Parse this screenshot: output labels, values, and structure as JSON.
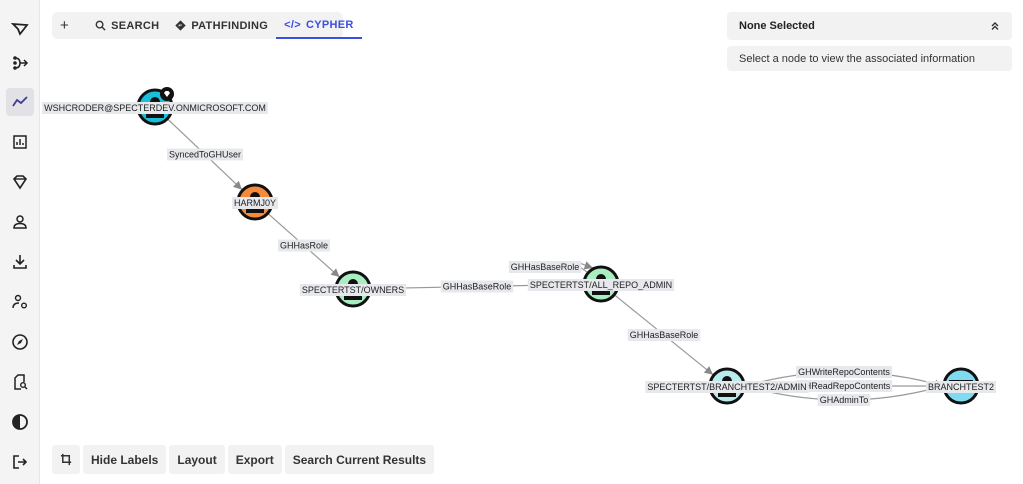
{
  "sidebar": {
    "items": [
      {
        "name": "logo-icon"
      },
      {
        "name": "pathfinding-nav-icon"
      },
      {
        "name": "explore-icon",
        "active": true
      },
      {
        "name": "chart-icon"
      },
      {
        "name": "diamond-icon"
      },
      {
        "name": "user-icon"
      },
      {
        "name": "download-icon"
      },
      {
        "name": "user-settings-icon"
      },
      {
        "name": "compass-icon"
      },
      {
        "name": "file-search-icon"
      },
      {
        "name": "contrast-icon"
      },
      {
        "name": "logout-icon"
      }
    ]
  },
  "tabs": {
    "plus": "+",
    "search": "SEARCH",
    "pathfinding": "PATHFINDING",
    "cypher": "CYPHER",
    "active": "cypher"
  },
  "panel": {
    "title": "None Selected",
    "message": "Select a node to view the associated information"
  },
  "toolbar": {
    "hide_labels": "Hide Labels",
    "layout": "Layout",
    "export": "Export",
    "search_results": "Search Current Results"
  },
  "colors": {
    "accent": "#3b4fe0",
    "user": "#19bfd9",
    "person": "#f58a3a",
    "team": "#a8eec0",
    "repo": "#7fdcf0",
    "role": "#b8ecec"
  },
  "graph": {
    "nodes": [
      {
        "id": "wsh",
        "label": "WSHCRODER@SPECTERDEV.ONMICROSOFT.COM",
        "type": "user",
        "badge": "diamond"
      },
      {
        "id": "harm",
        "label": "HARMJ0Y",
        "type": "person"
      },
      {
        "id": "owners",
        "label": "SPECTERTST/OWNERS",
        "type": "team"
      },
      {
        "id": "allrepo",
        "label": "SPECTERTST/ALL_REPO_ADMIN",
        "type": "team"
      },
      {
        "id": "bt2admin",
        "label": "SPECTERTST/BRANCHTEST2/ADMIN",
        "type": "role"
      },
      {
        "id": "bt2",
        "label": "BRANCHTEST2",
        "type": "repo"
      }
    ],
    "edges": [
      {
        "from": "wsh",
        "to": "harm",
        "label": "SyncedToGHUser"
      },
      {
        "from": "harm",
        "to": "owners",
        "label": "GHHasRole"
      },
      {
        "from": "owners",
        "to": "allrepo",
        "label": "GHHasBaseRole"
      },
      {
        "from": "allrepo",
        "to": "allrepo",
        "label": "GHHasBaseRole"
      },
      {
        "from": "allrepo",
        "to": "bt2admin",
        "label": "GHHasBaseRole"
      },
      {
        "from": "bt2admin",
        "to": "bt2",
        "label": "GHWriteRepoContents"
      },
      {
        "from": "bt2admin",
        "to": "bt2",
        "label": "GHReadRepoContents"
      },
      {
        "from": "bt2admin",
        "to": "bt2",
        "label": "GHAdminTo"
      }
    ]
  }
}
